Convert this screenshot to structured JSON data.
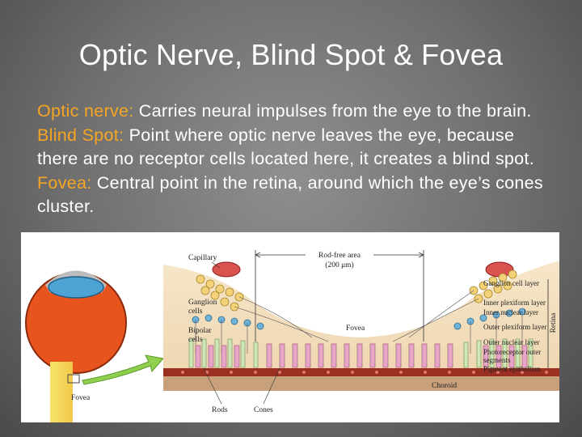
{
  "slide": {
    "title": "Optic Nerve, Blind Spot & Fovea",
    "paragraph": [
      {
        "term": "Optic nerve:",
        "text": " Carries neural impulses from the eye to the brain. "
      },
      {
        "term": "Blind Spot:",
        "text": " Point where optic nerve leaves the eye, because there are no receptor cells located here, it creates a blind spot. "
      },
      {
        "term": "Fovea:",
        "text": " Central point in the retina, around which the eye’s cones cluster."
      }
    ]
  },
  "figure": {
    "labels": {
      "capillary": "Capillary",
      "rod_free_area": "Rod-free area",
      "rod_free_width": "(200 μm)",
      "ganglion_cells_1": "Ganglion",
      "ganglion_cells_2": "cells",
      "bipolar_cells_1": "Bipolar",
      "bipolar_cells_2": "cells",
      "fovea_center": "Fovea",
      "fovea_eye": "Fovea",
      "choroid": "Choroid",
      "rods": "Rods",
      "cones": "Cones",
      "retina": "Retina",
      "layers": [
        "Ganglion cell layer",
        "Inner plexiform layer",
        "Inner nuclear layer",
        "Outer plexiform layer",
        "Outer nuclear layer",
        "Photoreceptor outer",
        "segments",
        "Pigment epithelium"
      ]
    }
  },
  "colors": {
    "accent": "#f5a623",
    "title": "#ffffff",
    "eyeball": "#e8541e",
    "iris": "#4da3d4",
    "arrow": "#8fd14f",
    "ganglion": "#f3d27a",
    "capillary": "#d9534f",
    "choroid": "#c0392b",
    "bipolar": "#6fb3d9",
    "cone": "#e7a6c7",
    "rod": "#cfe6b8"
  }
}
